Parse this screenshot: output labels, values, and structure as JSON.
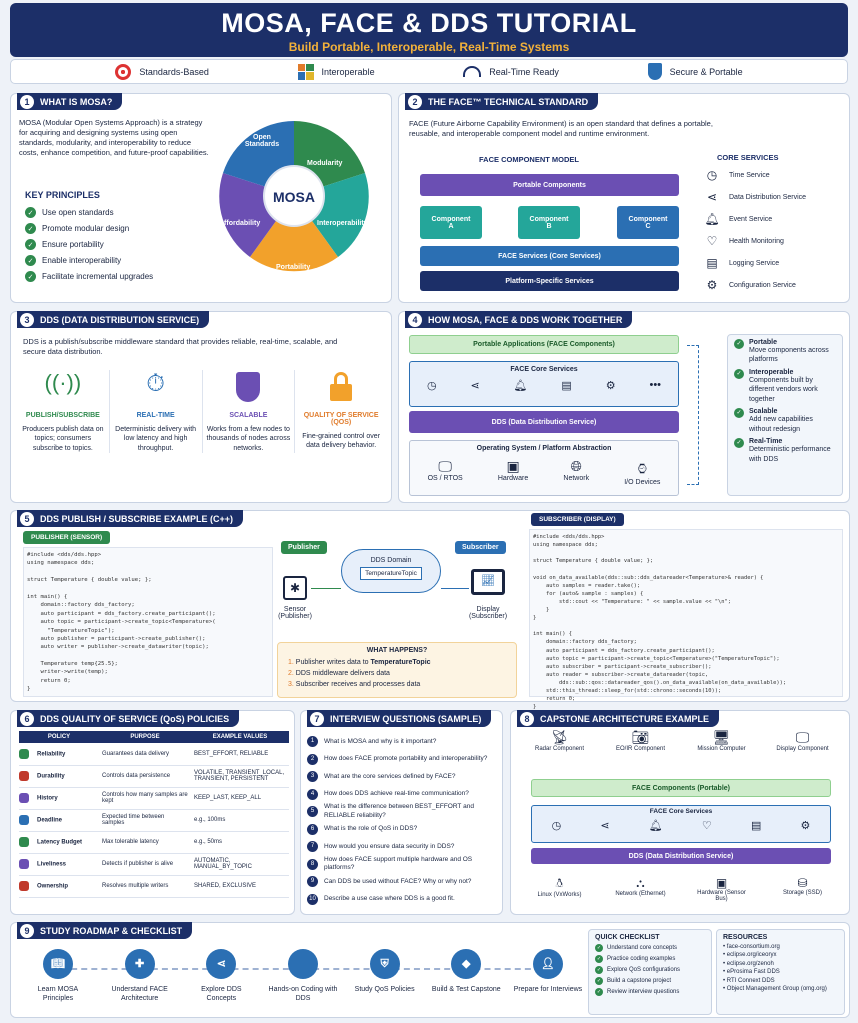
{
  "header": {
    "title": "MOSA, FACE & DDS TUTORIAL",
    "subtitle": "Build Portable, Interoperable, Real-Time Systems"
  },
  "features": [
    {
      "icon": "target-icon",
      "label": "Standards-Based"
    },
    {
      "icon": "puzzle-icon",
      "label": "Interoperable"
    },
    {
      "icon": "speedometer-icon",
      "label": "Real-Time Ready"
    },
    {
      "icon": "shield-icon",
      "label": "Secure & Portable"
    }
  ],
  "s1": {
    "num": "1",
    "title": "WHAT IS MOSA?",
    "desc": "MOSA (Modular Open Systems Approach) is a strategy for acquiring and designing systems using open standards, modularity, and interoperability to reduce costs, enhance competition, and future-proof capabilities.",
    "kp_title": "KEY PRINCIPLES",
    "principles": [
      "Use open standards",
      "Promote modular design",
      "Ensure portability",
      "Enable interoperability",
      "Facilitate incremental upgrades"
    ],
    "wheel_center": "MOSA",
    "wheel": [
      "Open Standards",
      "Modularity",
      "Interoperability",
      "Portability",
      "Affordability"
    ]
  },
  "s2": {
    "num": "2",
    "title": "THE FACE™ TECHNICAL STANDARD",
    "desc": "FACE (Future Airborne Capability Environment) is an open standard that defines a portable, reusable, and interoperable component model and runtime environment.",
    "model_title": "FACE COMPONENT MODEL",
    "portable": "Portable Components",
    "comps": [
      "Component A",
      "Component B",
      "Component C"
    ],
    "services": "FACE Services (Core Services)",
    "platform": "Platform-Specific Services",
    "core_title": "CORE SERVICES",
    "core": [
      {
        "icon": "clock-icon",
        "label": "Time Service"
      },
      {
        "icon": "share-icon",
        "label": "Data Distribution Service"
      },
      {
        "icon": "bell-icon",
        "label": "Event Service"
      },
      {
        "icon": "heart-icon",
        "label": "Health Monitoring"
      },
      {
        "icon": "document-icon",
        "label": "Logging Service"
      },
      {
        "icon": "gear-icon",
        "label": "Configuration Service"
      }
    ]
  },
  "s3": {
    "num": "3",
    "title": "DDS (DATA DISTRIBUTION SERVICE)",
    "desc": "DDS is a publish/subscribe middleware standard that provides reliable, real-time, scalable, and secure data distribution.",
    "items": [
      {
        "icon": "antenna-icon",
        "title": "PUBLISH/SUBSCRIBE",
        "text": "Producers publish data on topics; consumers subscribe to topics."
      },
      {
        "icon": "stopwatch-icon",
        "title": "REAL-TIME",
        "text": "Deterministic delivery with low latency and high throughput."
      },
      {
        "icon": "shield-icon",
        "title": "SCALABLE",
        "text": "Works from a few nodes to thousands of nodes across networks."
      },
      {
        "icon": "lock-icon",
        "title": "QUALITY OF SERVICE (QOS)",
        "text": "Fine-grained control over data delivery behavior."
      }
    ]
  },
  "s4": {
    "num": "4",
    "title": "HOW MOSA, FACE & DDS WORK TOGETHER",
    "apps": "Portable Applications (FACE Components)",
    "core": "FACE Core Services",
    "dds": "DDS (Data Distribution Service)",
    "os": "Operating System / Platform Abstraction",
    "hw": [
      "OS / RTOS",
      "Hardware",
      "Network",
      "I/O Devices"
    ],
    "benefits": [
      {
        "title": "Portable",
        "text": "Move components across platforms"
      },
      {
        "title": "Interoperable",
        "text": "Components built by different vendors work together"
      },
      {
        "title": "Scalable",
        "text": "Add new capabilities without redesign"
      },
      {
        "title": "Real-Time",
        "text": "Deterministic performance with DDS"
      }
    ]
  },
  "s5": {
    "num": "5",
    "title": "DDS PUBLISH / SUBSCRIBE EXAMPLE (C++)",
    "pub_tag": "PUBLISHER (SENSOR)",
    "sub_tag": "SUBSCRIBER (DISPLAY)",
    "pub_code": "#include <dds/dds.hpp>\nusing namespace dds;\n\nstruct Temperature { double value; };\n\nint main() {\n    domain::factory dds_factory;\n    auto participant = dds_factory.create_participant();\n    auto topic = participant->create_topic<Temperature>(\n      \"TemperatureTopic\");\n    auto publisher = participant->create_publisher();\n    auto writer = publisher->create_datawriter(topic);\n\n    Temperature temp{25.5};\n    writer->write(temp);\n    return 0;\n}",
    "sub_code": "#include <dds/dds.hpp>\nusing namespace dds;\n\nstruct Temperature { double value; };\n\nvoid on_data_available(dds::sub::dds_datareader<Temperature>& reader) {\n    auto samples = reader.take();\n    for (auto& sample : samples) {\n        std::cout << \"Temperature: \" << sample.value << \"\\n\";\n    }\n}\n\nint main() {\n    domain::factory dds_factory;\n    auto participant = dds_factory.create_participant();\n    auto topic = participant->create_topic<Temperature>(\"TemperatureTopic\");\n    auto subscriber = participant->create_subscriber();\n    auto reader = subscriber->create_datareader(topic,\n        dds::sub::qos::datareader_qos().on_data_available(on_data_available));\n    std::this_thread::sleep_for(std::chrono::seconds(10));\n    return 0;\n}",
    "publisher": "Publisher",
    "subscriber": "Subscriber",
    "domain": "DDS Domain",
    "topic": "TemperatureTopic",
    "sensor": "Sensor",
    "sensor_sub": "(Publisher)",
    "display": "Display",
    "display_sub": "(Subscriber)",
    "what_title": "WHAT HAPPENS?",
    "steps": [
      "Publisher writes data to ",
      "DDS middleware delivers data",
      "Subscriber receives and processes data"
    ],
    "step1_bold": "TemperatureTopic"
  },
  "s6": {
    "num": "6",
    "title": "DDS QUALITY OF SERVICE (QoS) POLICIES",
    "headers": [
      "POLICY",
      "PURPOSE",
      "EXAMPLE VALUES"
    ],
    "rows": [
      {
        "icon": "shield-icon",
        "color": "#2f8a4e",
        "p": "Reliability",
        "u": "Guarantees data delivery",
        "e": "BEST_EFFORT, RELIABLE"
      },
      {
        "icon": "database-icon",
        "color": "#c0392b",
        "p": "Durability",
        "u": "Controls data persistence",
        "e": "VOLATILE, TRANSIENT_LOCAL, TRANSIENT, PERSISTENT"
      },
      {
        "icon": "history-icon",
        "color": "#6b4fb3",
        "p": "History",
        "u": "Controls how many samples are kept",
        "e": "KEEP_LAST, KEEP_ALL"
      },
      {
        "icon": "clock-icon",
        "color": "#2b6fb3",
        "p": "Deadline",
        "u": "Expected time between samples",
        "e": "e.g., 100ms"
      },
      {
        "icon": "speedometer-icon",
        "color": "#2f8a4e",
        "p": "Latency Budget",
        "u": "Max tolerable latency",
        "e": "e.g., 50ms"
      },
      {
        "icon": "heart-icon",
        "color": "#6b4fb3",
        "p": "Liveliness",
        "u": "Detects if publisher is alive",
        "e": "AUTOMATIC, MANUAL_BY_TOPIC"
      },
      {
        "icon": "users-icon",
        "color": "#c0392b",
        "p": "Ownership",
        "u": "Resolves multiple writers",
        "e": "SHARED, EXCLUSIVE"
      }
    ]
  },
  "s7": {
    "num": "7",
    "title": "INTERVIEW QUESTIONS (SAMPLE)",
    "questions": [
      "What is MOSA and why is it important?",
      "How does FACE promote portability and interoperability?",
      "What are the core services defined by FACE?",
      "How does DDS achieve real-time communication?",
      "What is the difference between BEST_EFFORT and RELIABLE reliability?",
      "What is the role of QoS in DDS?",
      "How would you ensure data security in DDS?",
      "How does FACE support multiple hardware and OS platforms?",
      "Can DDS be used without FACE? Why or why not?",
      "Describe a use case where DDS is a good fit."
    ]
  },
  "s8": {
    "num": "8",
    "title": "CAPSTONE ARCHITECTURE EXAMPLE",
    "top": [
      {
        "icon": "antenna-icon",
        "label": "Radar Component"
      },
      {
        "icon": "camera-icon",
        "label": "EO/IR Component"
      },
      {
        "icon": "person-icon",
        "label": "Mission Computer"
      },
      {
        "icon": "monitor-icon",
        "label": "Display Component"
      }
    ],
    "face": "FACE Components (Portable)",
    "core": "FACE Core Services",
    "dds": "DDS (Data Distribution Service)",
    "bottom": [
      {
        "icon": "linux-icon",
        "label": "Linux (VxWorks)"
      },
      {
        "icon": "network-icon",
        "label": "Network (Ethernet)"
      },
      {
        "icon": "chip-icon",
        "label": "Hardware (Sensor Bus)"
      },
      {
        "icon": "storage-icon",
        "label": "Storage (SSD)"
      }
    ]
  },
  "s9": {
    "num": "9",
    "title": "STUDY ROADMAP & CHECKLIST",
    "steps": [
      {
        "icon": "book-icon",
        "label": "Learn MOSA Principles"
      },
      {
        "icon": "puzzle-icon",
        "label": "Understand FACE Architecture"
      },
      {
        "icon": "share-icon",
        "label": "Explore DDS Concepts"
      },
      {
        "icon": "code-icon",
        "label": "Hands-on Coding with DDS"
      },
      {
        "icon": "shield-icon",
        "label": "Study QoS Policies"
      },
      {
        "icon": "cube-icon",
        "label": "Build & Test Capstone"
      },
      {
        "icon": "person-icon",
        "label": "Prepare for Interviews"
      }
    ],
    "check_title": "QUICK CHECKLIST",
    "checklist": [
      "Understand core concepts",
      "Practice coding examples",
      "Explore QoS configurations",
      "Build a capstone project",
      "Review interview questions"
    ],
    "res_title": "RESOURCES",
    "resources": [
      "face-consortium.org",
      "eclipse.org/iceoryx",
      "eclipse.org/zenoh",
      "eProsima Fast DDS",
      "RTI Connext DDS",
      "Object Management Group (omg.org)"
    ]
  }
}
